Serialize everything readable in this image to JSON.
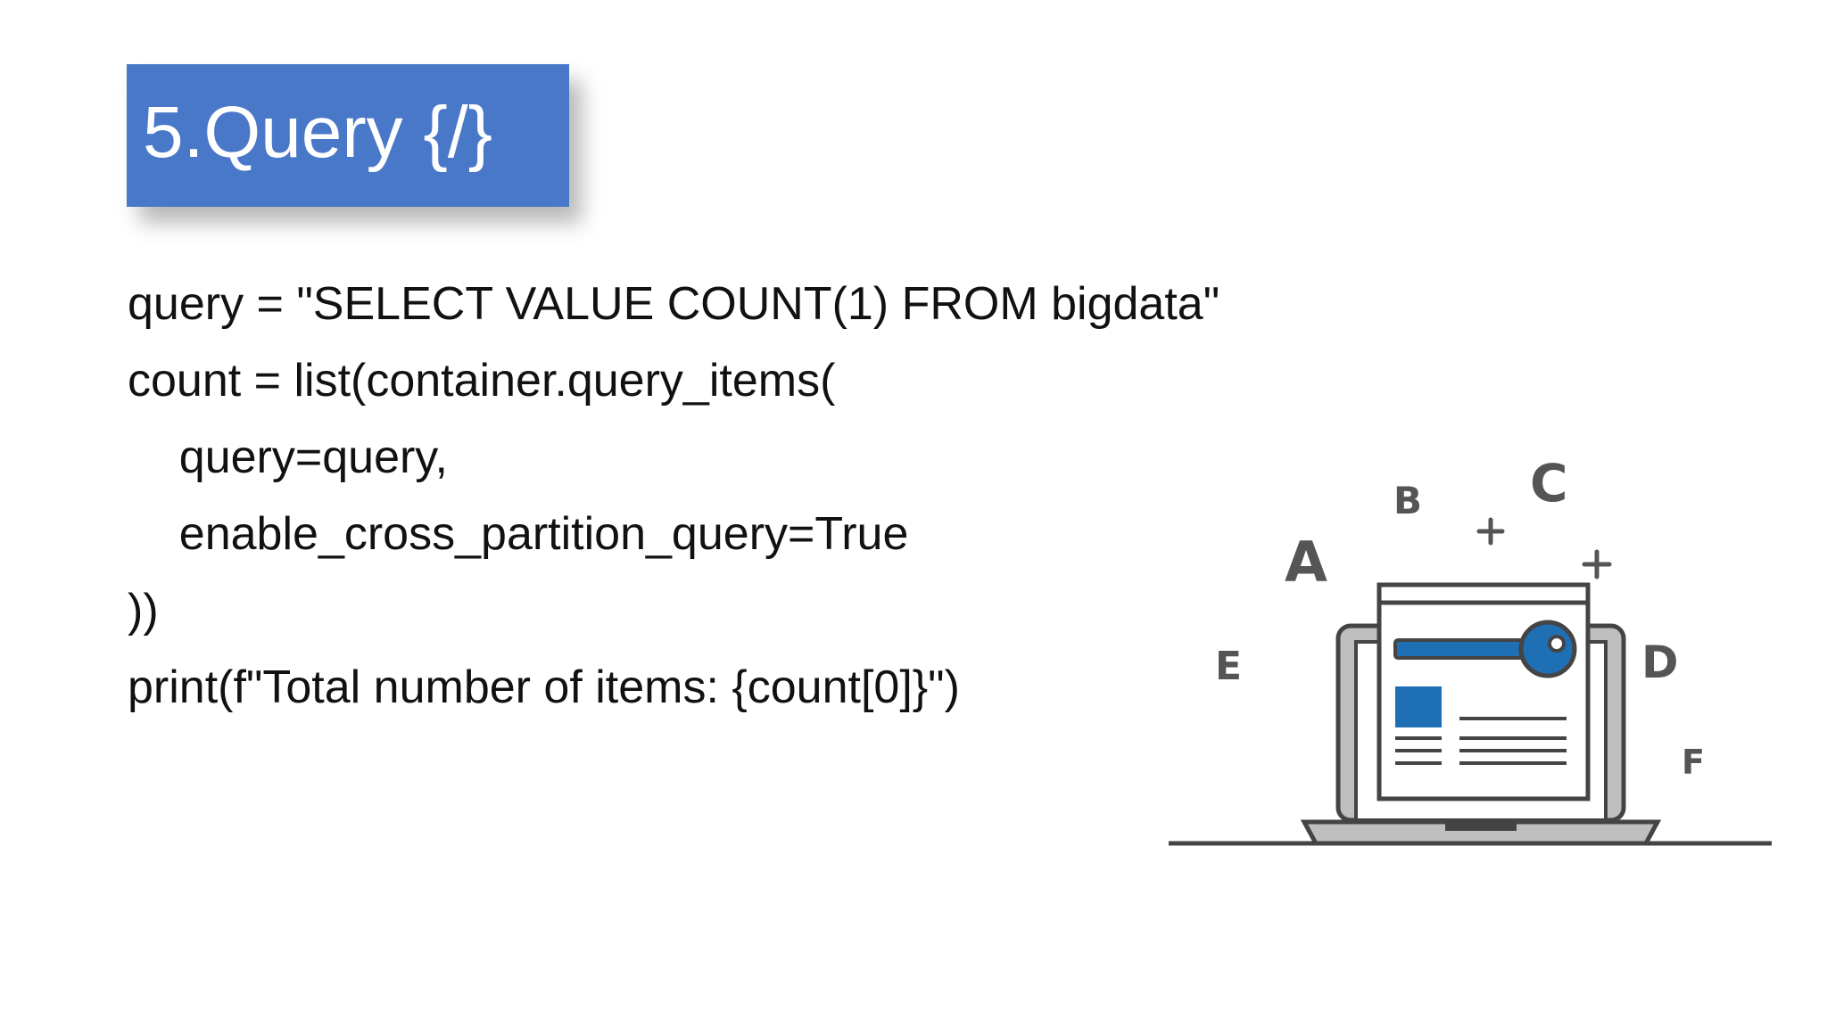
{
  "slide": {
    "title": "5.Query {/}",
    "code_lines": [
      "query = \"SELECT VALUE COUNT(1) FROM bigdata\"",
      "count = list(container.query_items(",
      "    query=query,",
      "    enable_cross_partition_query=True",
      "))",
      "print(f\"Total number of items: {count[0]}\")"
    ]
  },
  "illustration": {
    "icon": "laptop-key-document-icon",
    "letters": [
      "A",
      "B",
      "C",
      "D",
      "E",
      "F"
    ],
    "accent_color": "#1f6fb5",
    "outline_color": "#444444",
    "frame_color": "#bfbfbf"
  }
}
